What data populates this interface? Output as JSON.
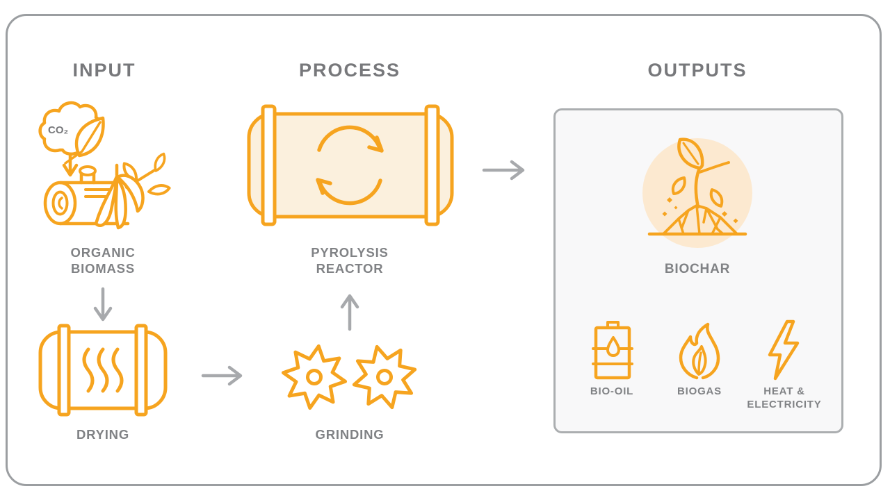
{
  "colors": {
    "accent": "#F6A41F",
    "accent_fill": "#FBF0DD",
    "peach_circle": "#FCE9D0",
    "text_gray": "#77787B",
    "label_gray": "#808285",
    "arrow_gray": "#A7A9AC",
    "card_border": "#9B9EA1",
    "panel_border": "#ABAEB0",
    "panel_fill": "#F8F8F9"
  },
  "headers": {
    "input": "INPUT",
    "process": "PROCESS",
    "outputs": "OUTPUTS"
  },
  "input": {
    "co2_label": "CO₂",
    "biomass_label": "ORGANIC\nBIOMASS",
    "drying_label": "DRYING"
  },
  "process": {
    "reactor_label": "PYROLYSIS\nREACTOR",
    "grinding_label": "GRINDING"
  },
  "outputs": {
    "biochar_label": "BIOCHAR",
    "products": [
      {
        "icon": "oil-barrel-icon",
        "label": "BIO-OIL"
      },
      {
        "icon": "flame-icon",
        "label": "BIOGAS"
      },
      {
        "icon": "lightning-bolt-icon",
        "label": "HEAT &\nELECTRICITY"
      }
    ]
  }
}
